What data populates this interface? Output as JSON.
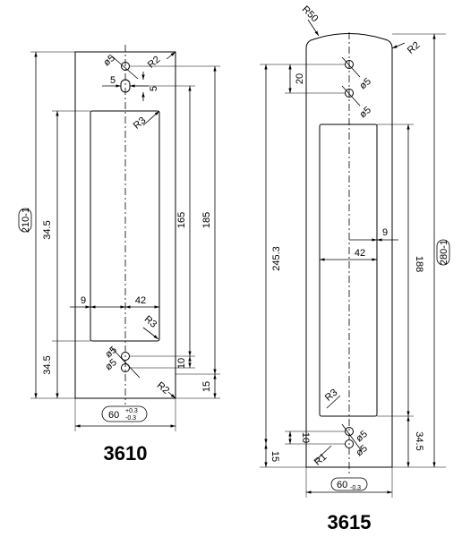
{
  "drawings": [
    {
      "id": "3610",
      "title": "3610",
      "overall_length": "210-1",
      "width": "60",
      "width_tolerance_upper": "+0.3",
      "width_tolerance_lower": "-0.3",
      "dims": {
        "hole_dia": "ø5",
        "corner_radius": "R2",
        "slot_radius": "R3",
        "offset_5": "5",
        "height_165": "165",
        "height_185": "185",
        "slot_offset_34_5": "34.5",
        "slot_offset_34_5_lower": "34.5",
        "slot_gap_9": "9",
        "slot_width_42": "42",
        "hole_spacing_10": "10",
        "bottom_15": "15"
      }
    },
    {
      "id": "3615",
      "title": "3615",
      "overall_length": "280-1",
      "width": "60",
      "width_tolerance": "-0.3",
      "dims": {
        "top_radius": "R50",
        "corner_radius": "R2",
        "hole_dia": "ø5",
        "hole_spacing_20": "20",
        "height_245_3": "245.3",
        "slot_gap_9": "9",
        "slot_width_42": "42",
        "height_188": "188",
        "slot_radius": "R3",
        "bottom_radius": "R1",
        "hole_spacing_10": "10",
        "bottom_15": "15",
        "bottom_34_5": "34.5"
      }
    }
  ]
}
